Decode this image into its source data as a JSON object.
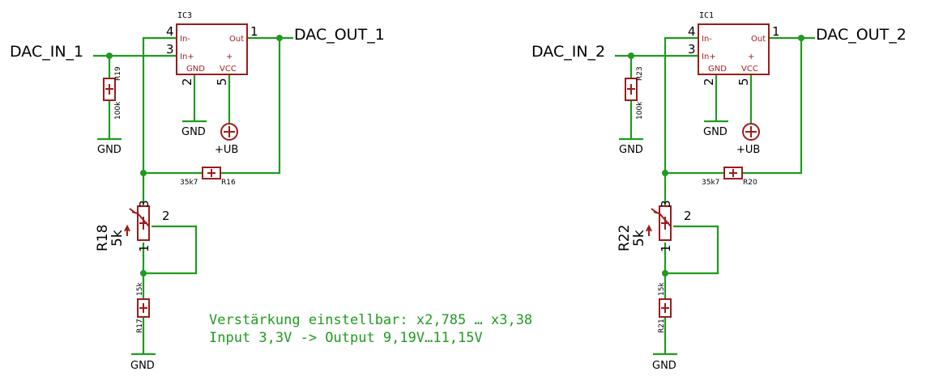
{
  "channels": [
    {
      "input": "DAC_IN_1",
      "output": "DAC_OUT_1",
      "ic": "IC3",
      "r_in": "R19",
      "r_in_val": "100k",
      "r_fb": "R16",
      "r_fb_val": "35k7",
      "pot": "R18",
      "pot_val": "5k",
      "r_bot": "R17",
      "r_bot_val": "15k"
    },
    {
      "input": "DAC_IN_2",
      "output": "DAC_OUT_2",
      "ic": "IC1",
      "r_in": "R23",
      "r_in_val": "100k",
      "r_fb": "R20",
      "r_fb_val": "35k7",
      "pot": "R22",
      "pot_val": "5k",
      "r_bot": "R21",
      "r_bot_val": "15k"
    }
  ],
  "pins": {
    "in_minus": "In-",
    "in_plus": "In+",
    "out": "Out",
    "gnd": "GND",
    "vcc": "VCC",
    "plus_sign": "+",
    "n1": "1",
    "n2": "2",
    "n3": "3",
    "n4": "4",
    "n5": "5"
  },
  "gnd_label": "GND",
  "supply_label": "+UB",
  "note_line1": "Verstärkung einstellbar: x2,785 … x3,38",
  "note_line2": "Input 3,3V -> Output 9,19V…11,15V",
  "colors": {
    "wire": "#1f9b1f",
    "part": "#9b1c1c",
    "text": "#000000"
  }
}
